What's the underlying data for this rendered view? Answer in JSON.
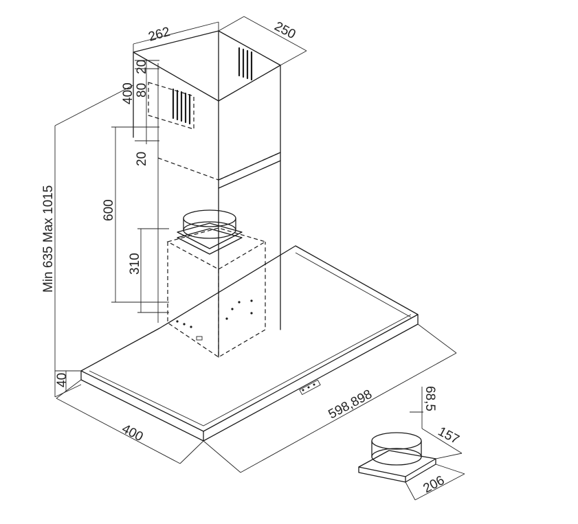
{
  "dimensions": {
    "chimney_width": "262",
    "chimney_depth": "250",
    "upper_top_offset": "20",
    "upper_slot_height": "80",
    "upper_bracket_height": "400",
    "lower_offset": "20",
    "lower_chimney_height": "600",
    "motor_height": "310",
    "total_height": "Min 635 Max 1015",
    "canopy_thickness": "40",
    "canopy_depth": "400",
    "canopy_width": "598,898",
    "adapter_height": "68,5",
    "adapter_depth": "157",
    "adapter_width": "206"
  },
  "colors": {
    "line": "#1a1a1a",
    "text": "#222222",
    "background": "#ffffff"
  }
}
